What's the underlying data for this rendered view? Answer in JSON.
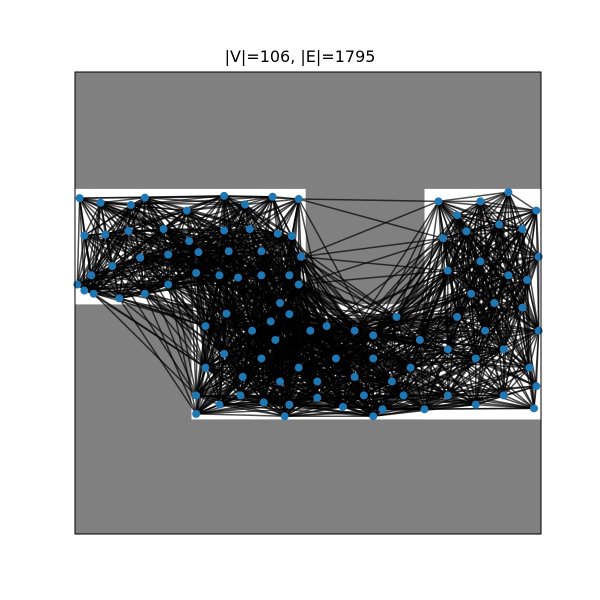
{
  "title": "|V|=106, |E|=1795",
  "chart_data": {
    "type": "network-graph",
    "title": "|V|=106, |E|=1795",
    "node_count": 106,
    "edge_count": 1795,
    "xlim": [
      0,
      1
    ],
    "ylim": [
      0,
      1
    ],
    "colors": {
      "background": "#808080",
      "free_space": "#ffffff",
      "node": "#1f77b4",
      "edge": "#000000"
    },
    "free_space_polygons": [
      [
        [
          0,
          0.497
        ],
        [
          0.495,
          0.497
        ],
        [
          0.495,
          0.375
        ],
        [
          0.75,
          0.375
        ],
        [
          0.75,
          0.747
        ],
        [
          1.0,
          0.747
        ],
        [
          1.0,
          0.248
        ],
        [
          0.25,
          0.248
        ],
        [
          0.25,
          0.497
        ],
        [
          0,
          0.497
        ],
        [
          0,
          0.74
        ],
        [
          0.495,
          0.74
        ],
        [
          0.495,
          0.497
        ]
      ]
    ],
    "nodes": [
      [
        0.01,
        0.727
      ],
      [
        0.055,
        0.717
      ],
      [
        0.12,
        0.712
      ],
      [
        0.15,
        0.728
      ],
      [
        0.24,
        0.7
      ],
      [
        0.32,
        0.732
      ],
      [
        0.365,
        0.713
      ],
      [
        0.424,
        0.73
      ],
      [
        0.48,
        0.725
      ],
      [
        0.02,
        0.646
      ],
      [
        0.065,
        0.648
      ],
      [
        0.115,
        0.656
      ],
      [
        0.19,
        0.66
      ],
      [
        0.245,
        0.634
      ],
      [
        0.32,
        0.657
      ],
      [
        0.375,
        0.66
      ],
      [
        0.435,
        0.65
      ],
      [
        0.465,
        0.645
      ],
      [
        0.02,
        0.527
      ],
      [
        0.04,
        0.52
      ],
      [
        0.095,
        0.51
      ],
      [
        0.15,
        0.52
      ],
      [
        0.2,
        0.54
      ],
      [
        0.26,
        0.565
      ],
      [
        0.31,
        0.56
      ],
      [
        0.35,
        0.555
      ],
      [
        0.4,
        0.56
      ],
      [
        0.46,
        0.56
      ],
      [
        0.035,
        0.56
      ],
      [
        0.08,
        0.58
      ],
      [
        0.14,
        0.598
      ],
      [
        0.2,
        0.605
      ],
      [
        0.265,
        0.61
      ],
      [
        0.33,
        0.612
      ],
      [
        0.4,
        0.612
      ],
      [
        0.485,
        0.6
      ],
      [
        0.005,
        0.54
      ],
      [
        0.48,
        0.54
      ],
      [
        0.44,
        0.5
      ],
      [
        0.42,
        0.46
      ],
      [
        0.46,
        0.476
      ],
      [
        0.28,
        0.45
      ],
      [
        0.325,
        0.477
      ],
      [
        0.38,
        0.44
      ],
      [
        0.43,
        0.42
      ],
      [
        0.505,
        0.44
      ],
      [
        0.54,
        0.45
      ],
      [
        0.6,
        0.44
      ],
      [
        0.64,
        0.43
      ],
      [
        0.69,
        0.47
      ],
      [
        0.78,
        0.72
      ],
      [
        0.82,
        0.69
      ],
      [
        0.87,
        0.72
      ],
      [
        0.93,
        0.74
      ],
      [
        0.99,
        0.7
      ],
      [
        0.79,
        0.64
      ],
      [
        0.84,
        0.655
      ],
      [
        0.91,
        0.67
      ],
      [
        0.96,
        0.66
      ],
      [
        0.995,
        0.6
      ],
      [
        0.8,
        0.57
      ],
      [
        0.87,
        0.59
      ],
      [
        0.93,
        0.56
      ],
      [
        0.97,
        0.55
      ],
      [
        0.85,
        0.52
      ],
      [
        0.9,
        0.5
      ],
      [
        0.96,
        0.49
      ],
      [
        0.995,
        0.44
      ],
      [
        0.82,
        0.47
      ],
      [
        0.88,
        0.44
      ],
      [
        0.74,
        0.42
      ],
      [
        0.8,
        0.4
      ],
      [
        0.86,
        0.38
      ],
      [
        0.92,
        0.4
      ],
      [
        0.975,
        0.36
      ],
      [
        0.99,
        0.32
      ],
      [
        0.28,
        0.36
      ],
      [
        0.32,
        0.39
      ],
      [
        0.36,
        0.34
      ],
      [
        0.4,
        0.38
      ],
      [
        0.44,
        0.33
      ],
      [
        0.48,
        0.36
      ],
      [
        0.52,
        0.33
      ],
      [
        0.56,
        0.38
      ],
      [
        0.6,
        0.34
      ],
      [
        0.64,
        0.38
      ],
      [
        0.68,
        0.33
      ],
      [
        0.72,
        0.36
      ],
      [
        0.26,
        0.3
      ],
      [
        0.31,
        0.28
      ],
      [
        0.355,
        0.3
      ],
      [
        0.405,
        0.285
      ],
      [
        0.46,
        0.28
      ],
      [
        0.52,
        0.295
      ],
      [
        0.575,
        0.275
      ],
      [
        0.62,
        0.3
      ],
      [
        0.66,
        0.27
      ],
      [
        0.705,
        0.3
      ],
      [
        0.75,
        0.27
      ],
      [
        0.8,
        0.3
      ],
      [
        0.86,
        0.28
      ],
      [
        0.92,
        0.3
      ],
      [
        0.26,
        0.26
      ],
      [
        0.45,
        0.255
      ],
      [
        0.64,
        0.255
      ],
      [
        0.985,
        0.272
      ]
    ]
  }
}
